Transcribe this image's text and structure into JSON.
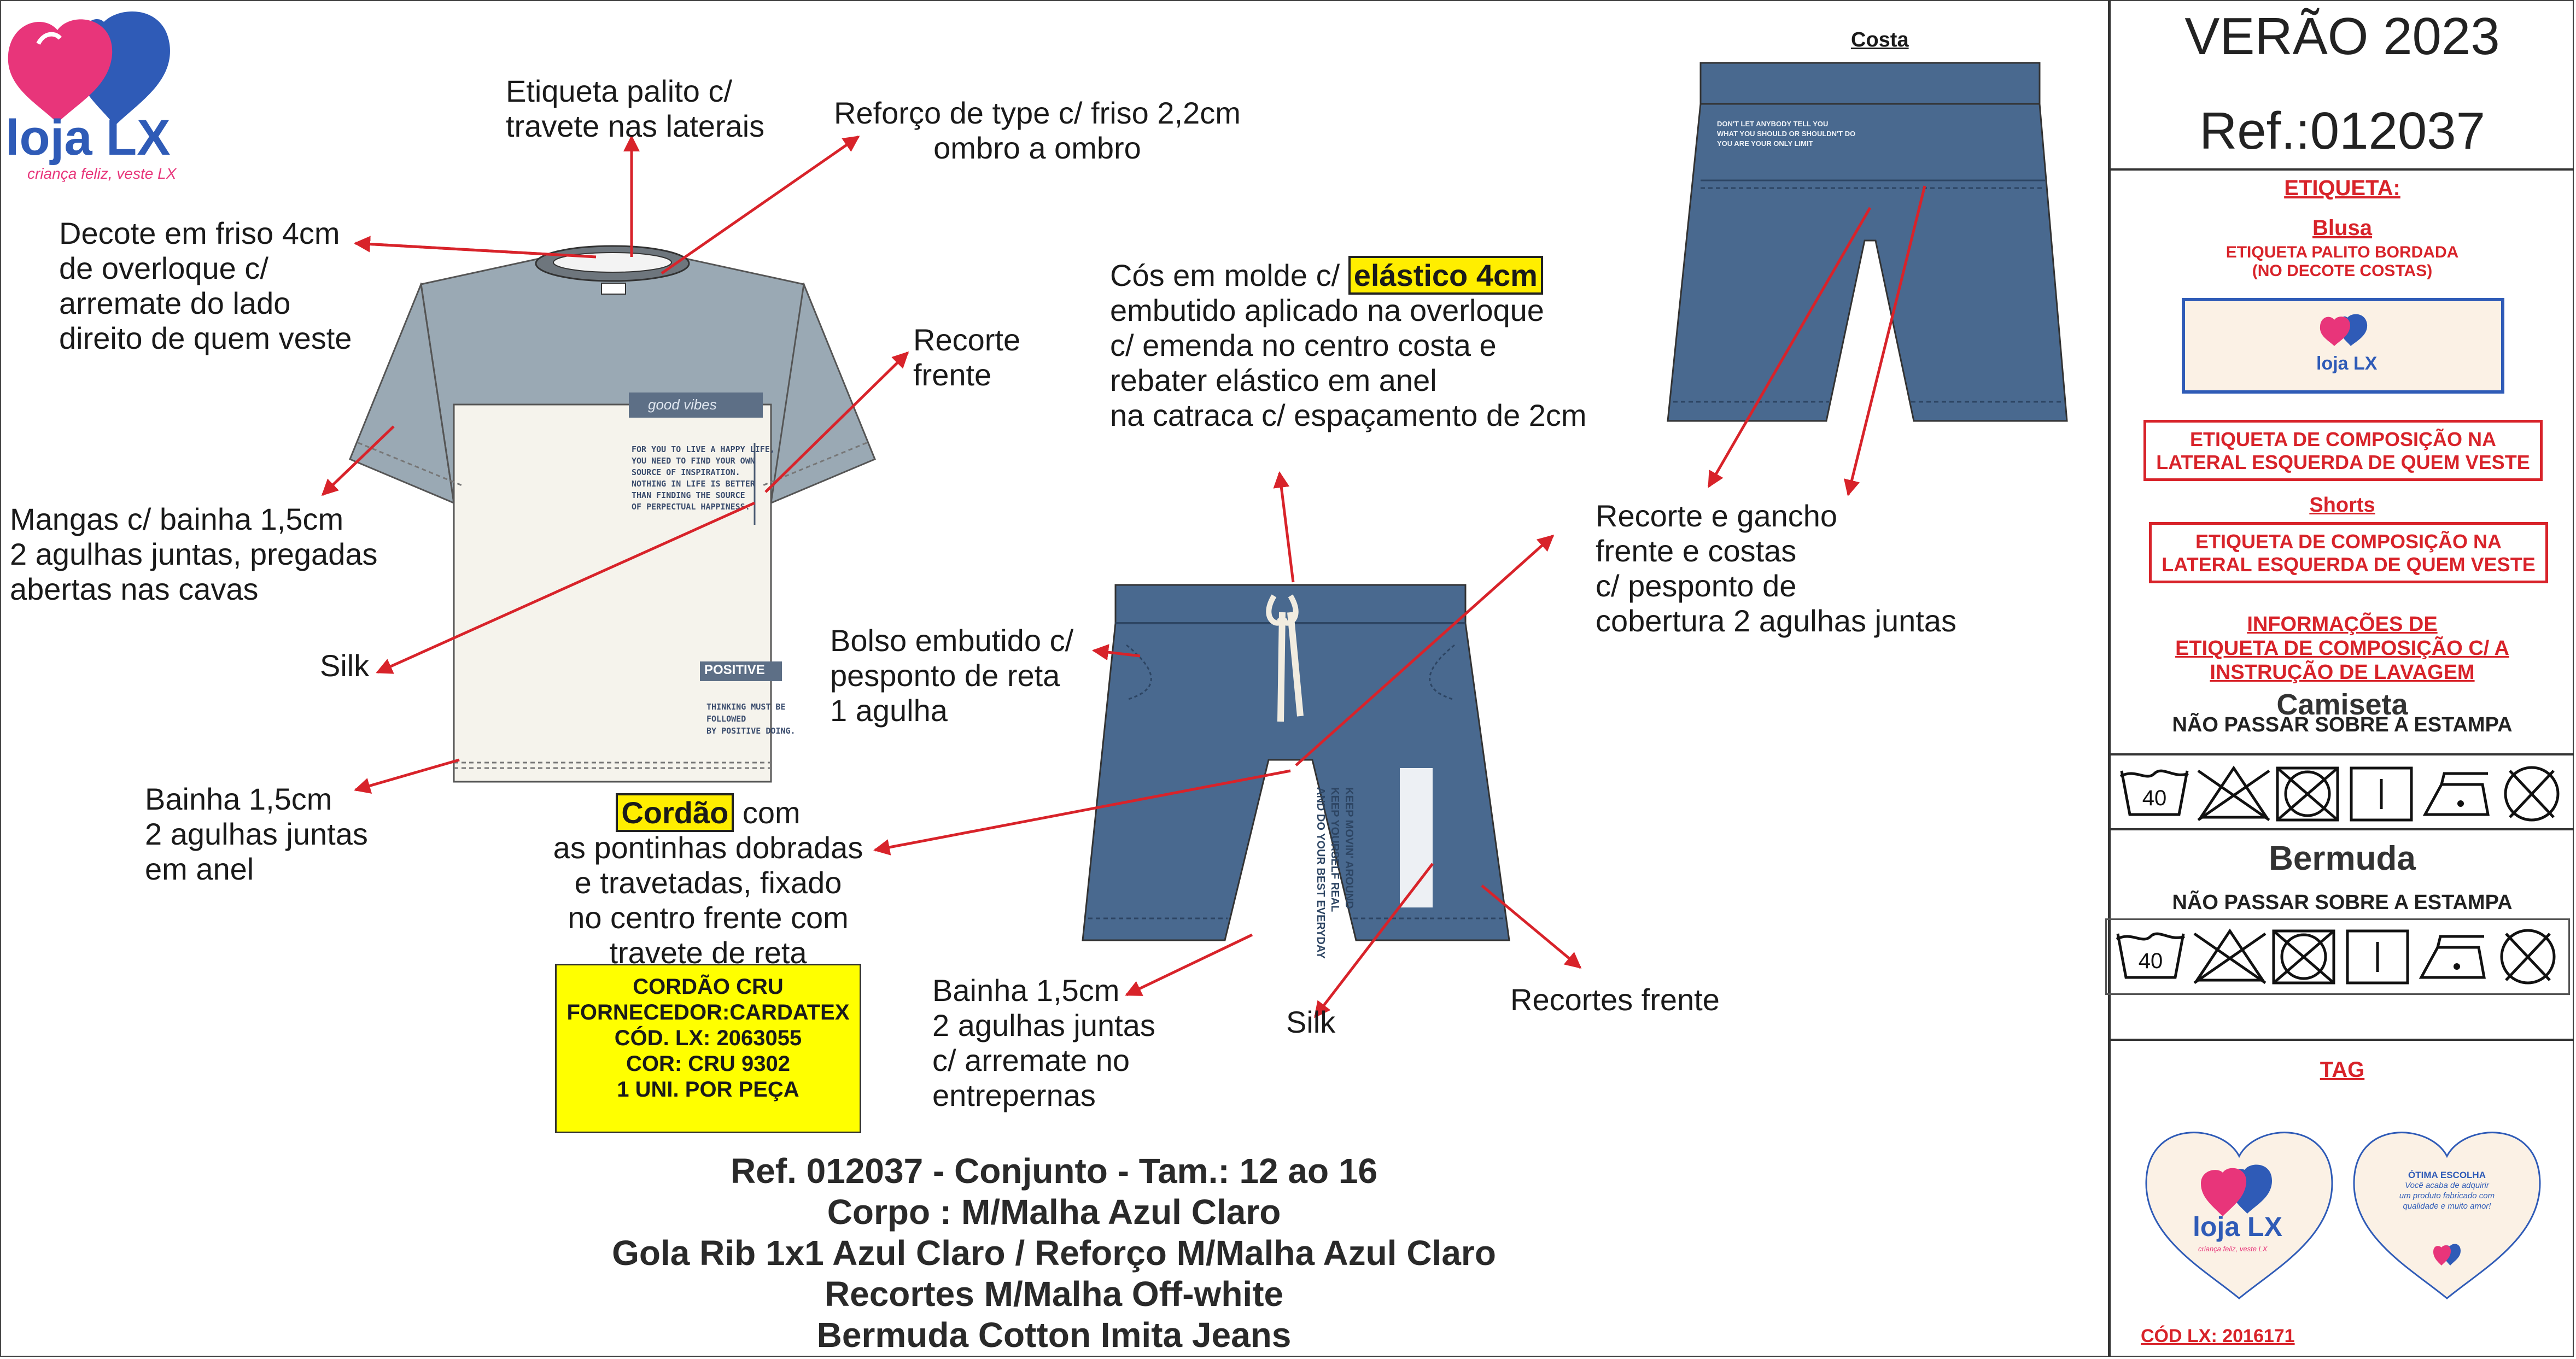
{
  "brand": {
    "logo_text": "loja LX",
    "tagline": "criança feliz, veste LX"
  },
  "season_title": "VERÃO 2023",
  "ref_title": "Ref.:012037",
  "colors": {
    "red": "#d8232a",
    "yellow": "#ffff00",
    "brand_pink": "#e8357a",
    "brand_blue": "#2f5bb7",
    "shirt_gray": "#9aa9b4",
    "shirt_offwhite": "#f5f3ec",
    "denim": "#49698f"
  },
  "annotations": {
    "etiqueta_palito": [
      "Etiqueta palito c/",
      "travete nas laterais"
    ],
    "reforco": [
      "Reforço de type c/ friso 2,2cm",
      "ombro a ombro"
    ],
    "decote": [
      "Decote em friso 4cm",
      "de overloque c/",
      "arremate do lado",
      "direito de quem veste"
    ],
    "recorte_frente": [
      "Recorte",
      "frente"
    ],
    "mangas": [
      "Mangas c/ bainha 1,5cm",
      "2 agulhas juntas, pregadas",
      "abertas nas cavas"
    ],
    "silk_shirt": "Silk",
    "bainha_shirt": [
      "Bainha 1,5cm",
      "2 agulhas juntas",
      "em anel"
    ],
    "cordao_word": "Cordão",
    "cordao_lines": [
      "com",
      "as pontinhas dobradas",
      "e travetadas, fixado",
      "no centro frente com",
      "travete de reta"
    ],
    "cos_prefix": "Cós em molde c/",
    "cos_highlight": "elástico 4cm",
    "cos_lines": [
      "embutido aplicado na overloque",
      "c/ emenda no centro costa e",
      "rebater elástico em anel",
      "na catraca c/ espaçamento de 2cm"
    ],
    "bolso": [
      "Bolso embutido c/",
      "pesponto de reta",
      "1 agulha"
    ],
    "recorte_gancho": [
      "Recorte e gancho",
      "frente e costas",
      "c/ pesponto de",
      "cobertura 2 agulhas juntas"
    ],
    "bainha_shorts": [
      "Bainha 1,5cm",
      "2 agulhas juntas",
      "c/ arremate no",
      "entrepernas"
    ],
    "silk_shorts": "Silk",
    "recortes_frente": "Recortes frente",
    "costa": "Costa"
  },
  "shirt_prints": {
    "good_vibes": "good vibes",
    "quote": [
      "FOR YOU TO LIVE A HAPPY LIFE,",
      "YOU NEED TO FIND YOUR OWN",
      "SOURCE OF INSPIRATION.",
      "NOTHING IN LIFE IS BETTER",
      "THAN FINDING THE SOURCE",
      "OF PERPECTUAL HAPPINESS."
    ],
    "positive": "POSITIVE",
    "thinking": [
      "THINKING MUST BE",
      "FOLLOWED",
      "BY POSITIVE DOING."
    ]
  },
  "shorts_prints": {
    "front": [
      "KEEP MOVIN' AROUND",
      "KEEP YOURSELF REAL",
      "AND DO YOUR BEST EVERYDAY"
    ],
    "back": [
      "DON'T LET ANYBODY TELL YOU",
      "WHAT YOU SHOULD OR SHOULDN'T DO",
      "YOU ARE YOUR ONLY LIMIT"
    ]
  },
  "cordao_box": [
    "CORDÃO CRU",
    "FORNECEDOR:CARDATEX",
    "CÓD. LX: 2063055",
    "COR: CRU 9302",
    "1 UNI. POR PEÇA"
  ],
  "bottom_lines": [
    "Ref. 012037 - Conjunto - Tam.: 12 ao 16",
    "Corpo : M/Malha Azul Claro",
    "Gola Rib 1x1 Azul Claro / Reforço M/Malha Azul Claro",
    "Recortes M/Malha Off-white",
    "Bermuda Cotton Imita Jeans"
  ],
  "panel": {
    "etiqueta": "ETIQUETA:",
    "blusa": "Blusa",
    "palito": [
      "ETIQUETA PALITO BORDADA",
      "(NO DECOTE COSTAS)"
    ],
    "composicao1": [
      "ETIQUETA DE COMPOSIÇÃO NA",
      "LATERAL ESQUERDA DE QUEM VESTE"
    ],
    "shorts": "Shorts",
    "composicao2": [
      "ETIQUETA DE COMPOSIÇÃO NA",
      "LATERAL ESQUERDA DE QUEM VESTE"
    ],
    "info": [
      "INFORMAÇÕES DE",
      "ETIQUETA DE COMPOSIÇÃO C/ A",
      "INSTRUÇÃO DE LAVAGEM"
    ],
    "camiseta": "Camiseta",
    "nao_passar1": "NÃO PASSAR SOBRE A ESTAMPA",
    "bermuda": "Bermuda",
    "nao_passar2": "NÃO PASSAR SOBRE A ESTAMPA",
    "wash_temp": "40",
    "care_icons": [
      "wash-40-icon",
      "no-bleach-icon",
      "no-tumble-dry-icon",
      "line-dry-icon",
      "iron-low-icon",
      "no-dry-clean-icon"
    ],
    "tag": "TAG",
    "tag_back": [
      "ÓTIMA ESCOLHA",
      "Você acaba de adquirir",
      "um produto fabricado com",
      "qualidade e muito amor!"
    ],
    "cod_lx": "CÓD LX: 2016171"
  }
}
